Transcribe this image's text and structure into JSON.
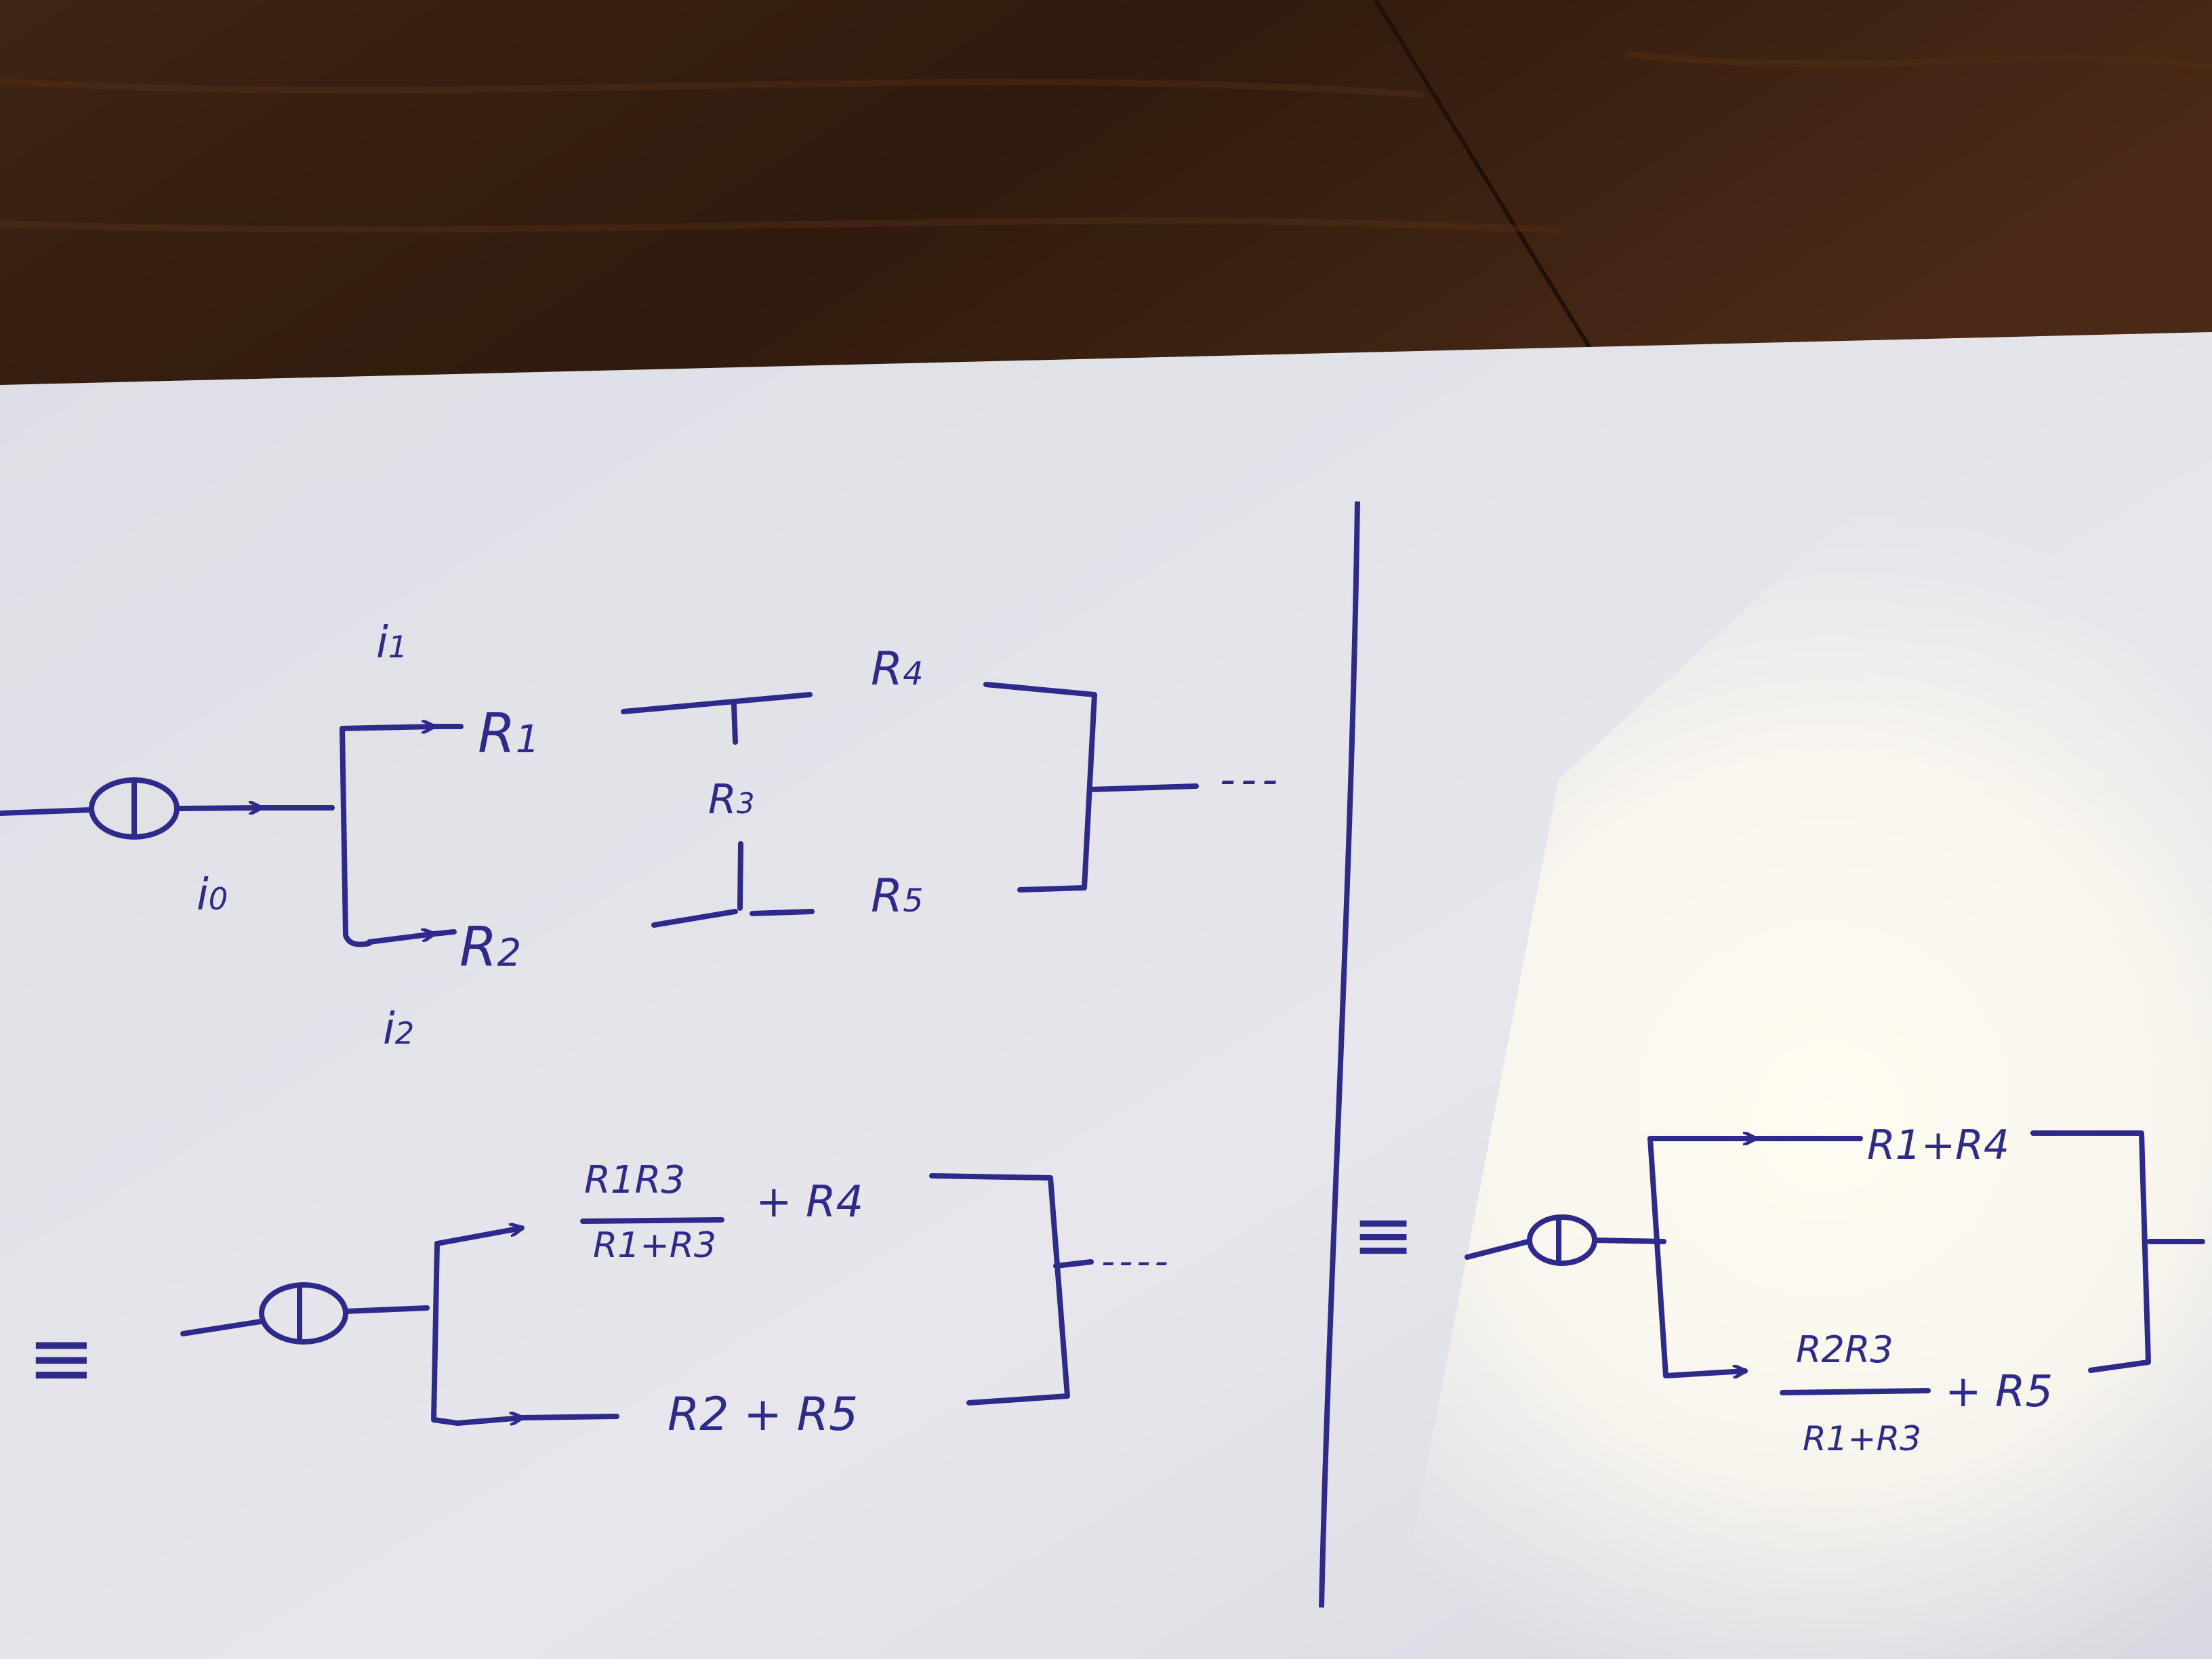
{
  "colors": {
    "table_wood": "#3a2212",
    "table_wood_light": "#5a3520",
    "paper": "#e4e4ea",
    "paper_lit": "#fbfaf4",
    "ink": "#2d2a8c"
  },
  "circuit_top": {
    "current_i0": "i",
    "current_i0_sub": "0",
    "current_i1": "i",
    "current_i1_sub": "1",
    "current_i2": "i",
    "current_i2_sub": "2",
    "r1": "R",
    "r1_sub": "1",
    "r2": "R",
    "r2_sub": "2",
    "r3": "R",
    "r3_sub": "3",
    "r4": "R",
    "r4_sub": "4",
    "r5": "R",
    "r5_sub": "5",
    "ellipsis": "---"
  },
  "circuit_equiv_left": {
    "equiv_sign": "≡",
    "upper_numerator": "R1R3",
    "upper_denominator": "R1+R3",
    "upper_plus": "+ R4",
    "lower_expr": "R2 + R5",
    "ellipsis": "----"
  },
  "circuit_equiv_right": {
    "equiv_sign": "≡",
    "upper_expr": "R1+R4",
    "lower_numerator": "R2R3",
    "lower_denominator": "R1+R3",
    "lower_plus": "+ R5"
  }
}
